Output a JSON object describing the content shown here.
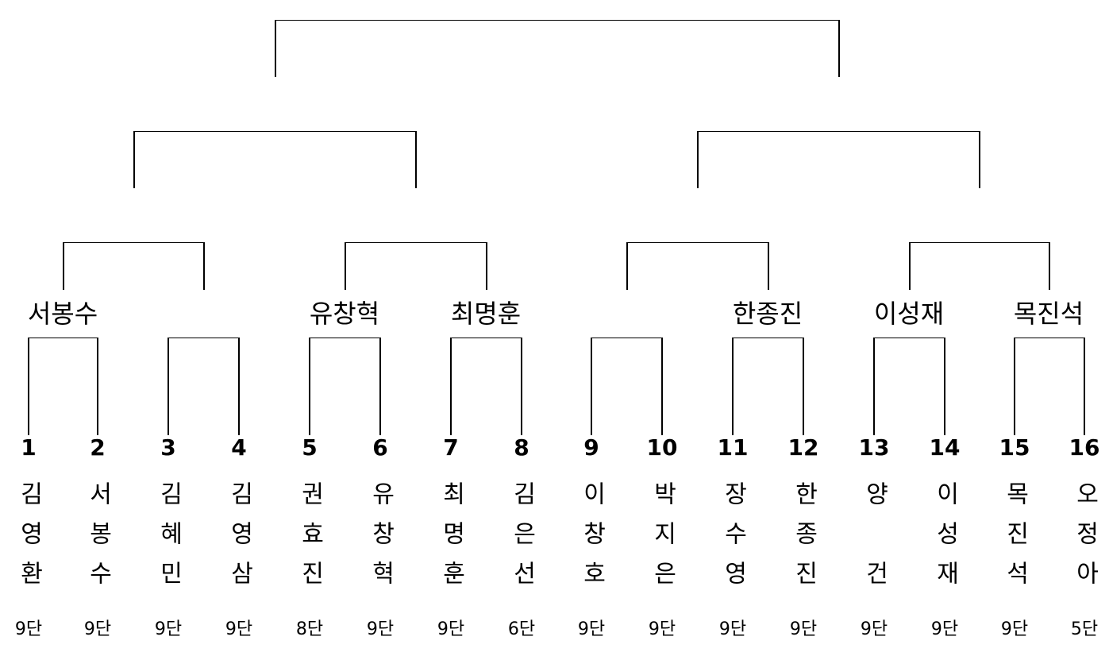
{
  "players": [
    {
      "num": "1",
      "name": "김영환",
      "rank": "9단"
    },
    {
      "num": "2",
      "name": "서봉수",
      "rank": "9단"
    },
    {
      "num": "3",
      "name": "김혜민",
      "rank": "9단"
    },
    {
      "num": "4",
      "name": "김영삼",
      "rank": "9단"
    },
    {
      "num": "5",
      "name": "권효진",
      "rank": "8단"
    },
    {
      "num": "6",
      "name": "유창혁",
      "rank": "9단"
    },
    {
      "num": "7",
      "name": "최명훈",
      "rank": "9단"
    },
    {
      "num": "8",
      "name": "김은선",
      "rank": "6단"
    },
    {
      "num": "9",
      "name": "이창호",
      "rank": "9단"
    },
    {
      "num": "10",
      "name": "박지은",
      "rank": "9단"
    },
    {
      "num": "11",
      "name": "장수영",
      "rank": "9단"
    },
    {
      "num": "12",
      "name": "한종진",
      "rank": "9단"
    },
    {
      "num": "13",
      "name": "양건",
      "rank": "9단"
    },
    {
      "num": "14",
      "name": "이성재",
      "rank": "9단"
    },
    {
      "num": "15",
      "name": "목진석",
      "rank": "9단"
    },
    {
      "num": "16",
      "name": "오정아",
      "rank": "5단"
    }
  ],
  "round1_winners": [
    "서봉수",
    "",
    "유창혁",
    "최명훈",
    "",
    "한종진",
    "이성재",
    "목진석"
  ]
}
